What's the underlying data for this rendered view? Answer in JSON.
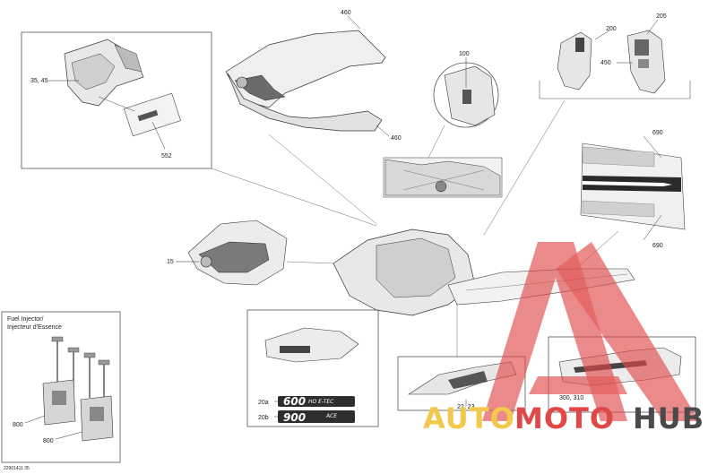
{
  "callouts": {
    "c460_top": "460",
    "c460_bottom": "460",
    "c100": "100",
    "c200": "200",
    "c205": "205",
    "c450": "450",
    "c35_45": "35, 45",
    "c552": "552",
    "c690_top": "690",
    "c690_bottom": "690",
    "c15": "15",
    "c20a": "20a",
    "c20b": "20b",
    "c22_23": "22, 23",
    "c300_310": "300, 310",
    "c800_a": "800",
    "c800_b": "800"
  },
  "labels": {
    "fuel_injector_line1": "Fuel Injector/",
    "fuel_injector_line2": "Injecteur d'Essence",
    "badge_20a_main": "600",
    "badge_20a_sub": "HO E-TEC",
    "badge_20b_main": "900",
    "badge_20b_sub": "ACE",
    "figure_id": "22901411 35"
  },
  "watermark": {
    "part1": "AUTO",
    "part2": "MOTO",
    "part3": "HUB",
    "color_primary": "#f2c94c",
    "color_secondary": "#e04848",
    "color_dark": "#4a4a4a"
  }
}
